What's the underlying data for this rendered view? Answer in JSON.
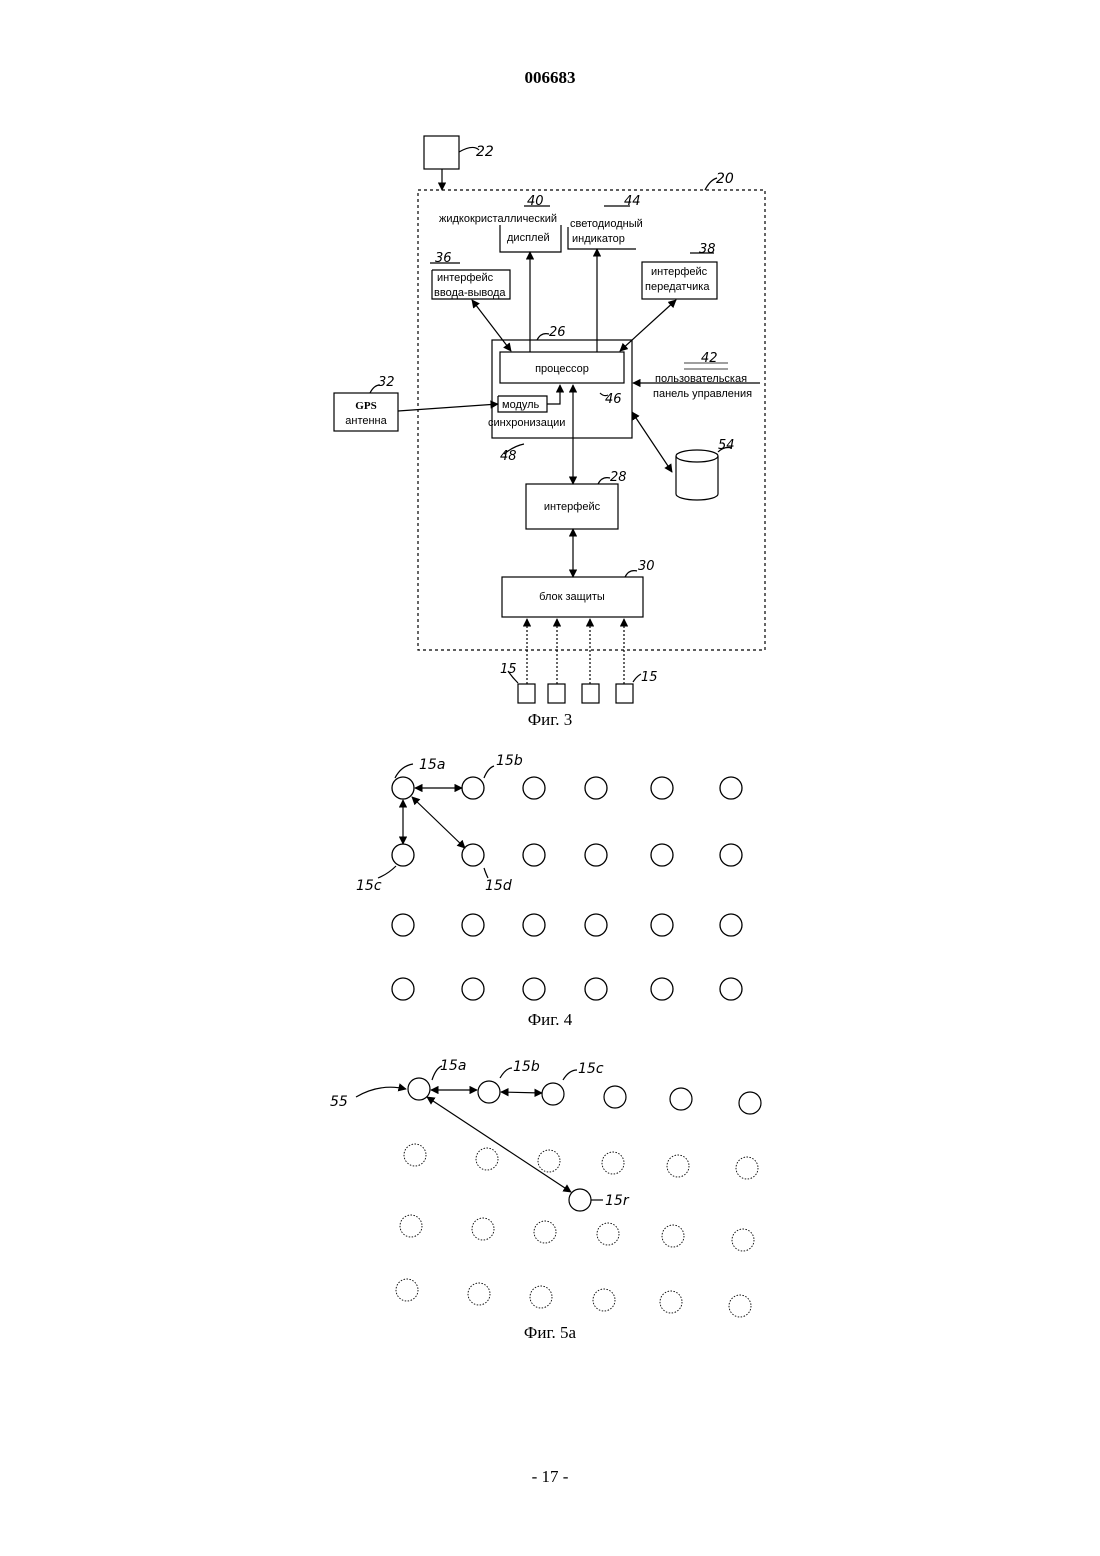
{
  "page": {
    "header_number": "006683",
    "footer_page": "- 17 -"
  },
  "fig3": {
    "caption": "Фиг. 3",
    "refs": {
      "r22": "22",
      "r20": "20",
      "r40": "40",
      "r44": "44",
      "r36": "36",
      "r38": "38",
      "r26": "26",
      "r42": "42",
      "r32": "32",
      "r46": "46",
      "r48": "48",
      "r54": "54",
      "r28": "28",
      "r30": "30",
      "r15a": "15",
      "r15b": "15"
    },
    "lcd_label_1": "жидкокристаллический",
    "lcd_label_2": "дисплей",
    "led_label_1": "светодиодный",
    "led_label_2": "индикатор",
    "io_label_1": "интерфейс",
    "io_label_2": "ввода-вывода",
    "tx_label_1": "интерфейс",
    "tx_label_2": "передатчика",
    "processor_label": "процессор",
    "user_panel_1": "пользовательская",
    "user_panel_2": "панель управления",
    "gps_label_1": "GPS",
    "gps_label_2": "антенна",
    "sync_label_1": "модуль",
    "sync_label_2": "синхронизации",
    "interface_label": "интерфейс",
    "protection_label": "блок защиты"
  },
  "fig4": {
    "caption": "Фиг. 4",
    "labels": {
      "a": "15a",
      "b": "15b",
      "c": "15c",
      "d": "15d"
    }
  },
  "fig5a": {
    "caption": "Фиг. 5а",
    "labels": {
      "n55": "55",
      "a": "15a",
      "b": "15b",
      "c": "15c",
      "r": "15r"
    }
  }
}
